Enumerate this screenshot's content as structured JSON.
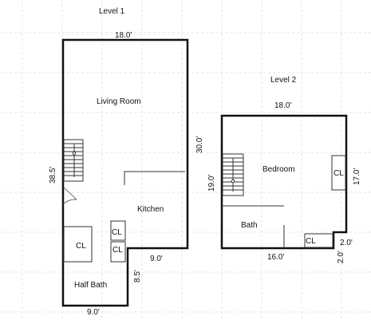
{
  "level1": {
    "title": "Level 1",
    "dims": {
      "top_width": "18.0'",
      "left_height": "38.5'",
      "right_height": "30.0'",
      "step_width": "9.0'",
      "step_height": "8.5'",
      "bottom_width": "9.0'"
    },
    "rooms": {
      "living_room": "Living Room",
      "kitchen": "Kitchen",
      "half_bath": "Half Bath"
    },
    "closets": {
      "cl_left": "CL",
      "cl_kitchen_top": "CL",
      "cl_kitchen_bottom": "CL"
    }
  },
  "level2": {
    "title": "Level 2",
    "dims": {
      "top_width": "18.0'",
      "left_height": "19.0'",
      "right_height": "17.0'",
      "bottom_width": "16.0'",
      "notch_width": "2.0'",
      "notch_height": "2.0'"
    },
    "rooms": {
      "bedroom": "Bedroom",
      "bath": "Bath"
    },
    "closets": {
      "cl_right": "CL",
      "cl_bottom": "CL"
    }
  }
}
